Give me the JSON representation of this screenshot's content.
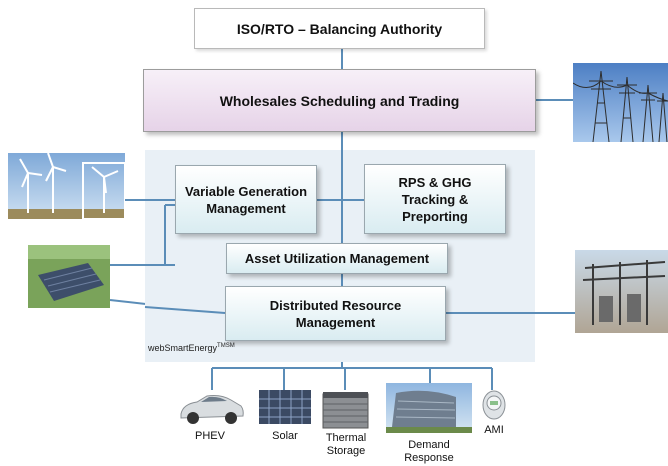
{
  "diagram": {
    "top_box": "ISO/RTO – Balancing Authority",
    "wholesale_box": "Wholesales Scheduling and Trading",
    "platform": {
      "label": "webSmartEnergy",
      "label_mark": "TMSM",
      "variable_generation": "Variable Generation Management",
      "rps_ghg": "RPS & GHG Tracking & Preporting",
      "asset_utilization": "Asset Utilization Management",
      "distributed_resource": "Distributed Resource Management"
    },
    "devices": {
      "phev": "PHEV",
      "solar": "Solar",
      "thermal": "Thermal Storage",
      "demand": "Demand Response",
      "ami": "AMI"
    }
  },
  "colors": {
    "line": "#5b8db8",
    "platform_bg": "#e9f0f6",
    "wholesale_bg": "#e6d3e8"
  }
}
